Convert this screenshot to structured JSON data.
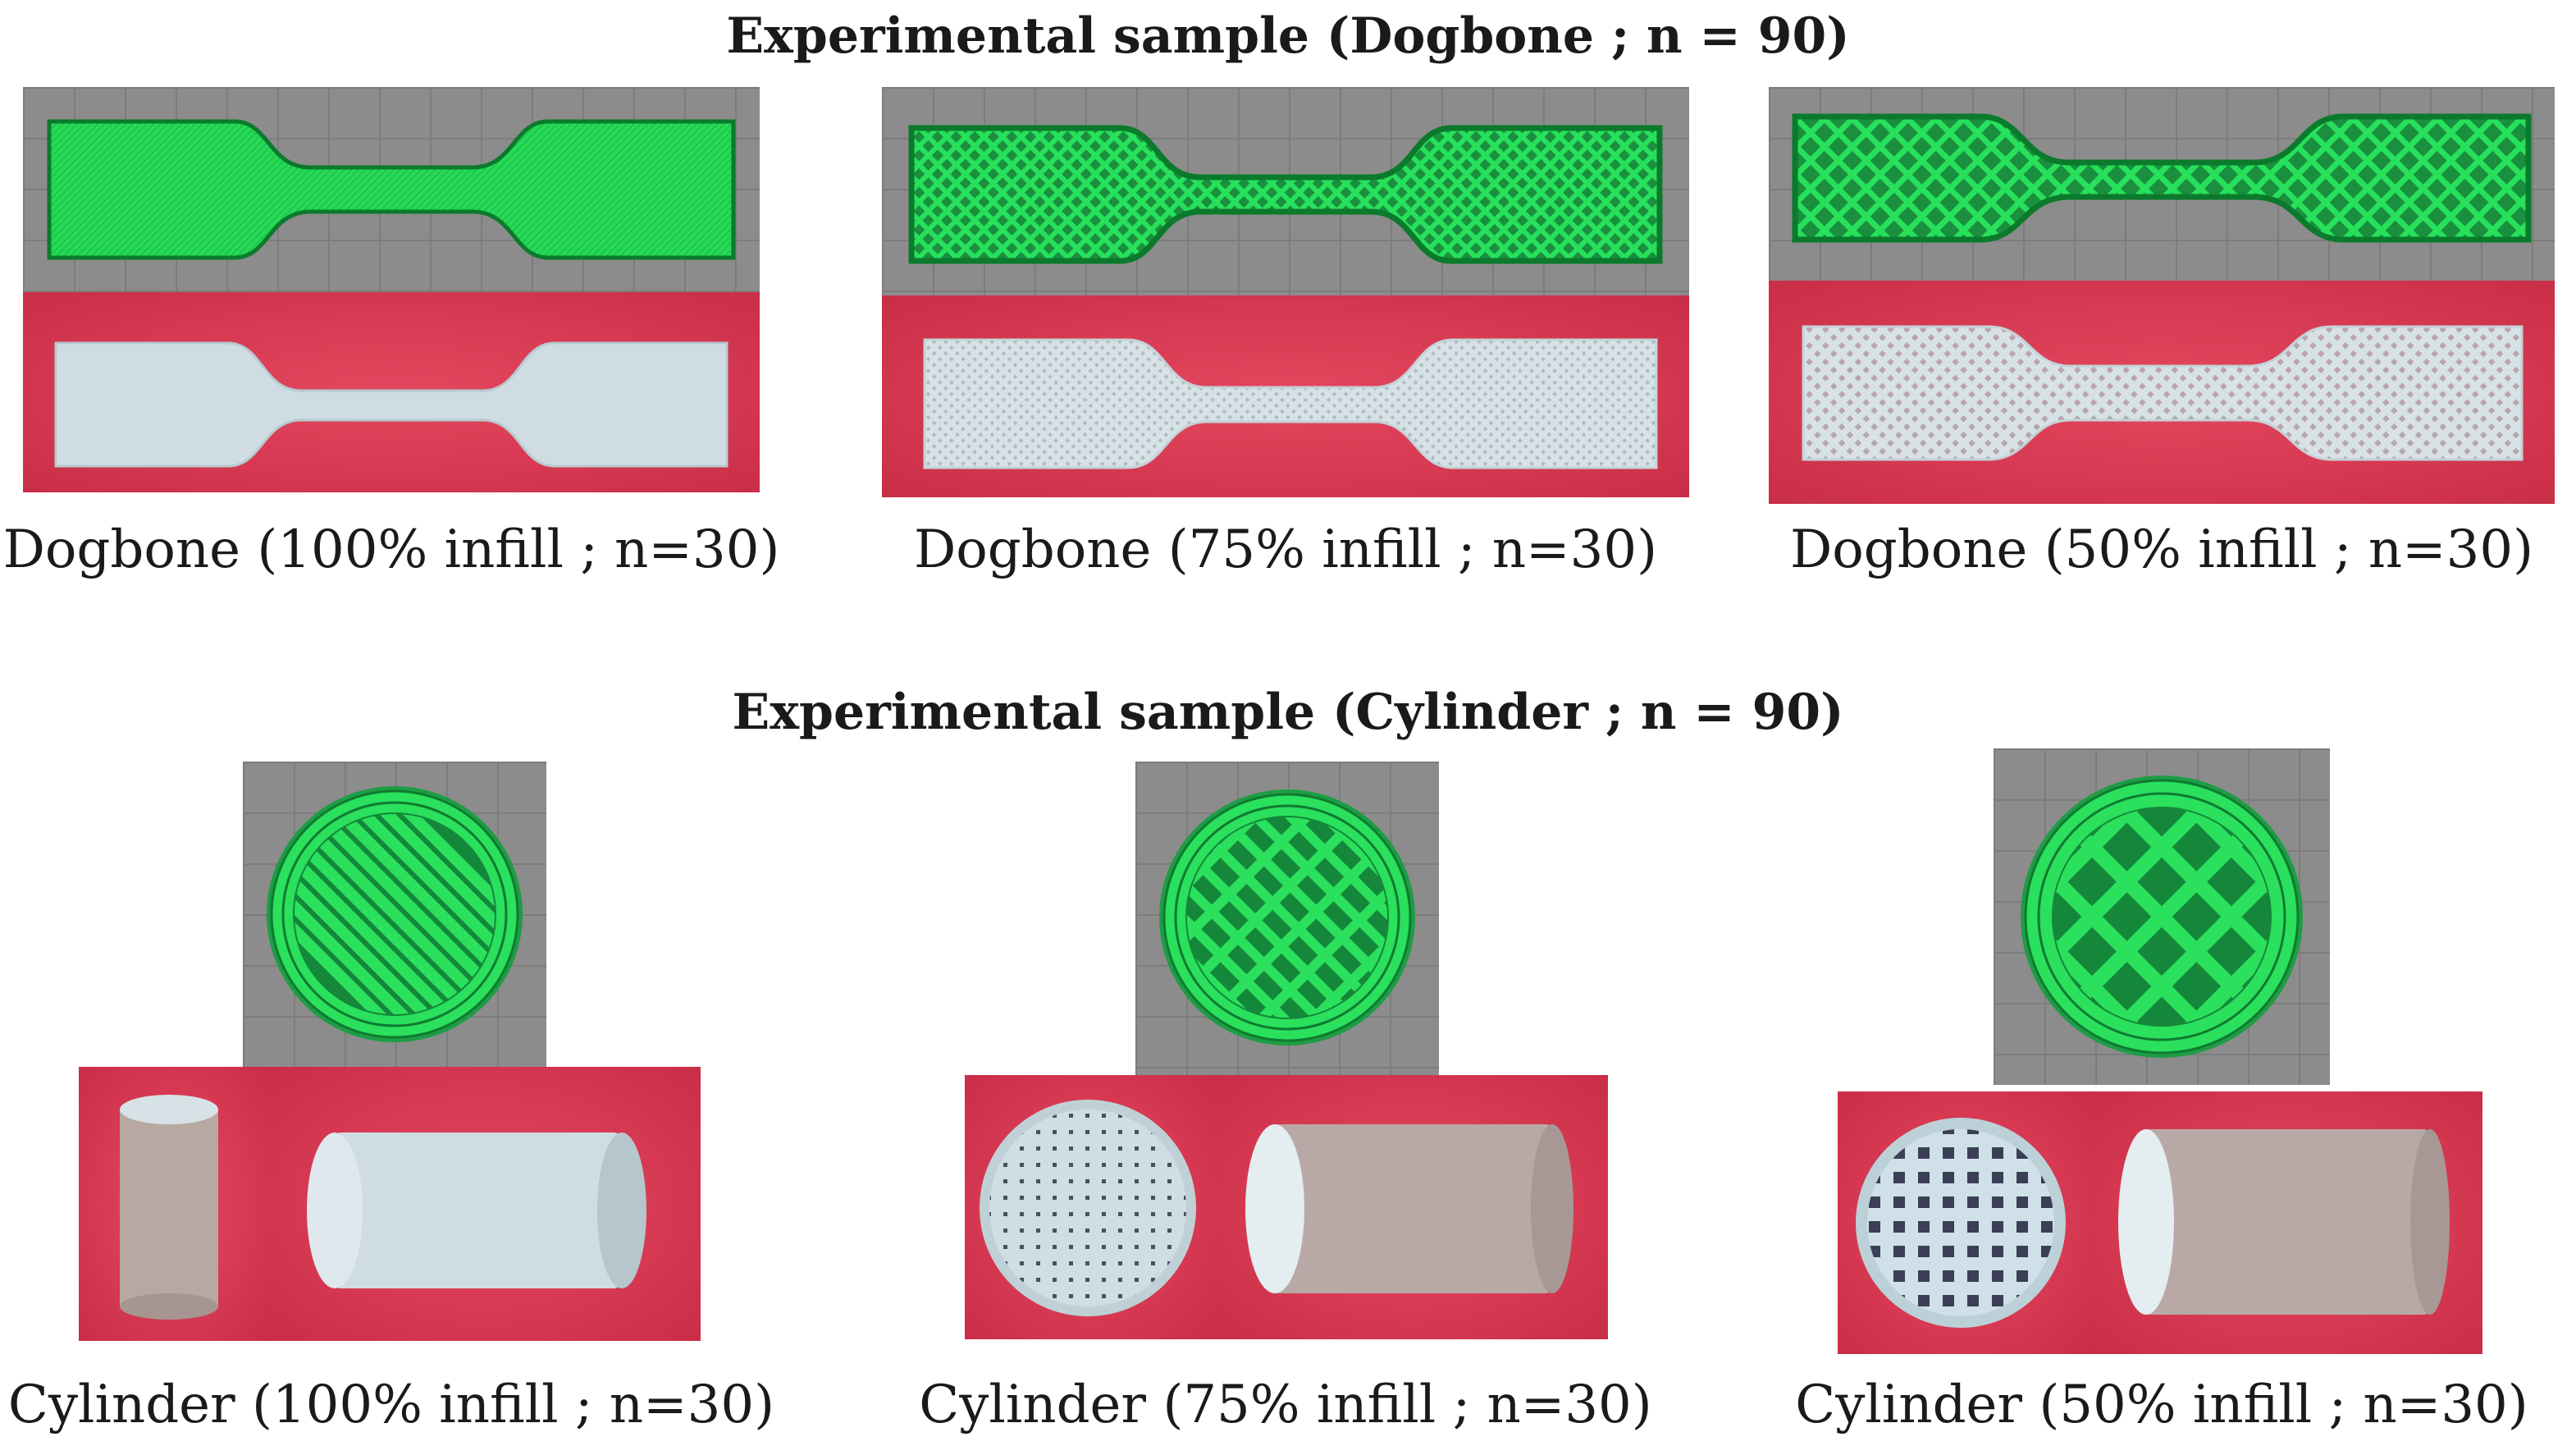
{
  "sections": {
    "dogbone": {
      "title": "Experimental sample (Dogbone ; n = 90)",
      "captions": [
        "Dogbone (100% infill ; n=30)",
        "Dogbone (75% infill ; n=30)",
        "Dogbone (50% infill ; n=30)"
      ]
    },
    "cylinder": {
      "title": "Experimental sample (Cylinder ; n = 90)",
      "captions": [
        "Cylinder (100% infill ; n=30)",
        "Cylinder (75% infill ; n=30)",
        "Cylinder (50% infill ; n=30)"
      ]
    }
  },
  "colors": {
    "slicer_green": "#22dd55",
    "slicer_outline": "#0a7a2a",
    "slicer_grid": "#8c8c8c",
    "photo_red": "#d73a52",
    "print_white": "#d9e4e8"
  }
}
